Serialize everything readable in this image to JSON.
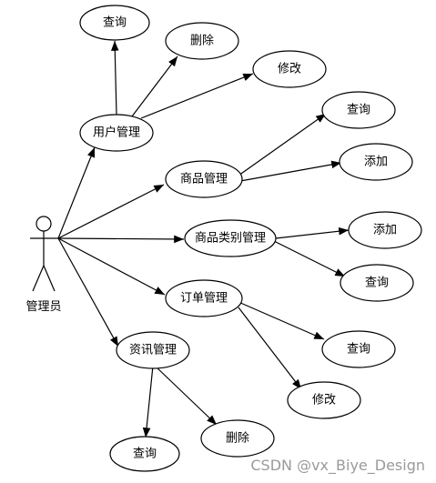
{
  "actor": {
    "label": "管理员"
  },
  "nodes": {
    "user_mgmt": "用户管理",
    "user_query": "查询",
    "user_delete": "删除",
    "user_edit": "修改",
    "product_mgmt": "商品管理",
    "product_query": "查询",
    "product_add": "添加",
    "category_mgmt": "商品类别管理",
    "category_add": "添加",
    "category_query": "查询",
    "order_mgmt": "订单管理",
    "order_query": "查询",
    "order_edit": "修改",
    "news_mgmt": "资讯管理",
    "news_query": "查询",
    "news_delete": "删除"
  },
  "watermark": "CSDN @vx_Biye_Design"
}
